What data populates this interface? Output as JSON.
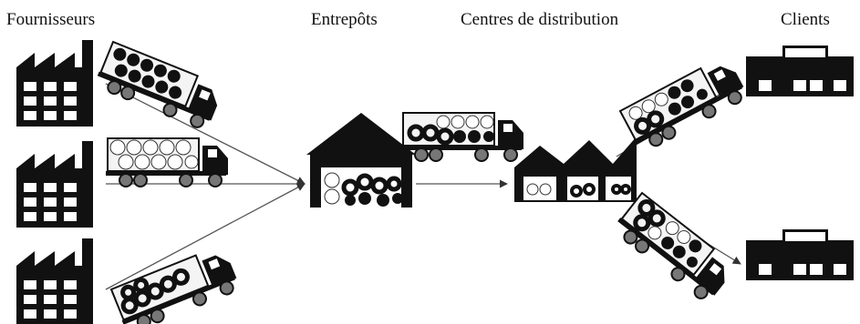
{
  "labels": {
    "suppliers": "Fournisseurs",
    "warehouses": "Entrepôts",
    "distribution_centers": "Centres de distribution",
    "clients": "Clients"
  },
  "colors": {
    "ink": "#111111",
    "truck_body": "#f4f4f4",
    "arrow": "#555555",
    "background": "#ffffff"
  },
  "icons": {
    "supplier": "factory-icon",
    "warehouse": "warehouse-icon",
    "distribution_center": "distribution-center-icon",
    "client": "store-icon",
    "vehicle": "truck-icon"
  }
}
